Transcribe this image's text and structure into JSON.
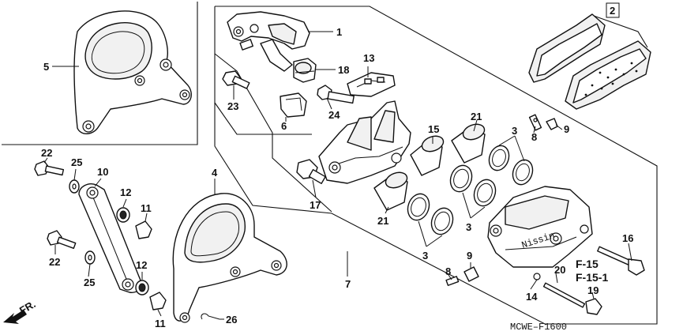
{
  "callouts": {
    "c1": "1",
    "c2": "2",
    "c3a": "3",
    "c3b": "3",
    "c3c": "3",
    "c4": "4",
    "c5": "5",
    "c6": "6",
    "c7": "7",
    "c8a": "8",
    "c8b": "8",
    "c9a": "9",
    "c9b": "9",
    "c10": "10",
    "c11a": "11",
    "c11b": "11",
    "c12a": "12",
    "c12b": "12",
    "c13": "13",
    "c14": "14",
    "c15": "15",
    "c16": "16",
    "c17": "17",
    "c18": "18",
    "c19": "19",
    "c20": "20",
    "c21a": "21",
    "c21b": "21",
    "c22a": "22",
    "c22b": "22",
    "c23": "23",
    "c24": "24",
    "c25a": "25",
    "c25b": "25",
    "c26": "26"
  },
  "refs": {
    "f15": "F-15",
    "f151": "F-15-1"
  },
  "direction": "FR.",
  "diagram_code": "MCWE–F1600",
  "caliper_brand": "Nissin"
}
